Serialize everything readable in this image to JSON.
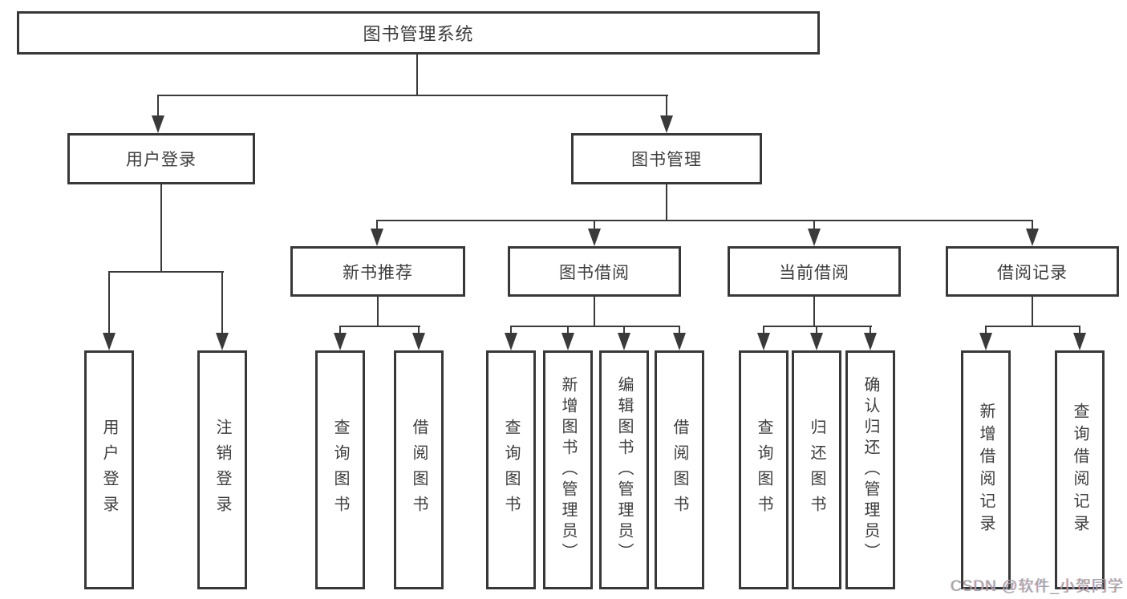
{
  "diagram": {
    "title": "图书管理系统",
    "type": "hierarchy-tree",
    "colors": {
      "background": "#ffffff",
      "box_border": "#383838",
      "line": "#3a3a3a",
      "text": "#3d3d3d",
      "watermark": "#a3a3a3"
    },
    "tree": {
      "label": "图书管理系统",
      "children": [
        {
          "label": "用户登录",
          "children": [
            {
              "label": "用户登录"
            },
            {
              "label": "注销登录"
            }
          ]
        },
        {
          "label": "图书管理",
          "children": [
            {
              "label": "新书推荐",
              "children": [
                {
                  "label": "查询图书"
                },
                {
                  "label": "借阅图书"
                }
              ]
            },
            {
              "label": "图书借阅",
              "children": [
                {
                  "label": "查询图书"
                },
                {
                  "label": "新增图书（管理员）"
                },
                {
                  "label": "编辑图书（管理员）"
                },
                {
                  "label": "借阅图书"
                }
              ]
            },
            {
              "label": "当前借阅",
              "children": [
                {
                  "label": "查询图书"
                },
                {
                  "label": "归还图书"
                },
                {
                  "label": "确认归还（管理员）"
                }
              ]
            },
            {
              "label": "借阅记录",
              "children": [
                {
                  "label": "新增借阅记录"
                },
                {
                  "label": "查询借阅记录"
                }
              ]
            }
          ]
        }
      ]
    },
    "watermark": {
      "text": "CSDN @软件_小贺同学"
    }
  }
}
